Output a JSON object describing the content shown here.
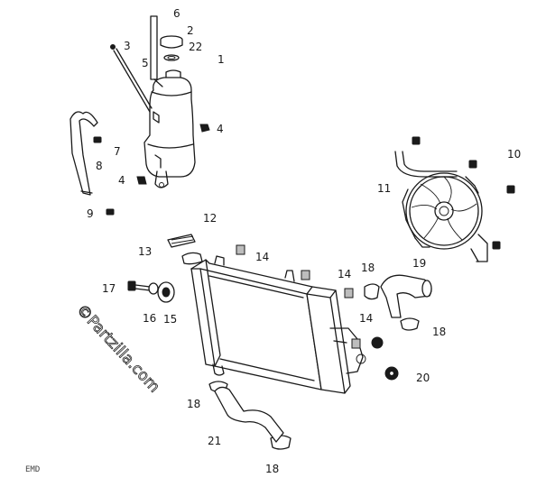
{
  "labels": {
    "p1": "1",
    "p2": "2",
    "p3": "3",
    "p4a": "4",
    "p4b": "4",
    "p5": "5",
    "p6": "6",
    "p7": "7",
    "p8": "8",
    "p9": "9",
    "p10": "10",
    "p11": "11",
    "p12": "12",
    "p13": "13",
    "p14a": "14",
    "p14b": "14",
    "p14c": "14",
    "p15": "15",
    "p16": "16",
    "p17": "17",
    "p18a": "18",
    "p18b": "18",
    "p18c": "18",
    "p18d": "18",
    "p19": "19",
    "p20": "20",
    "p21": "21",
    "p22": "22"
  },
  "watermark": "©Partzilla.com",
  "corner_code": "EMD"
}
